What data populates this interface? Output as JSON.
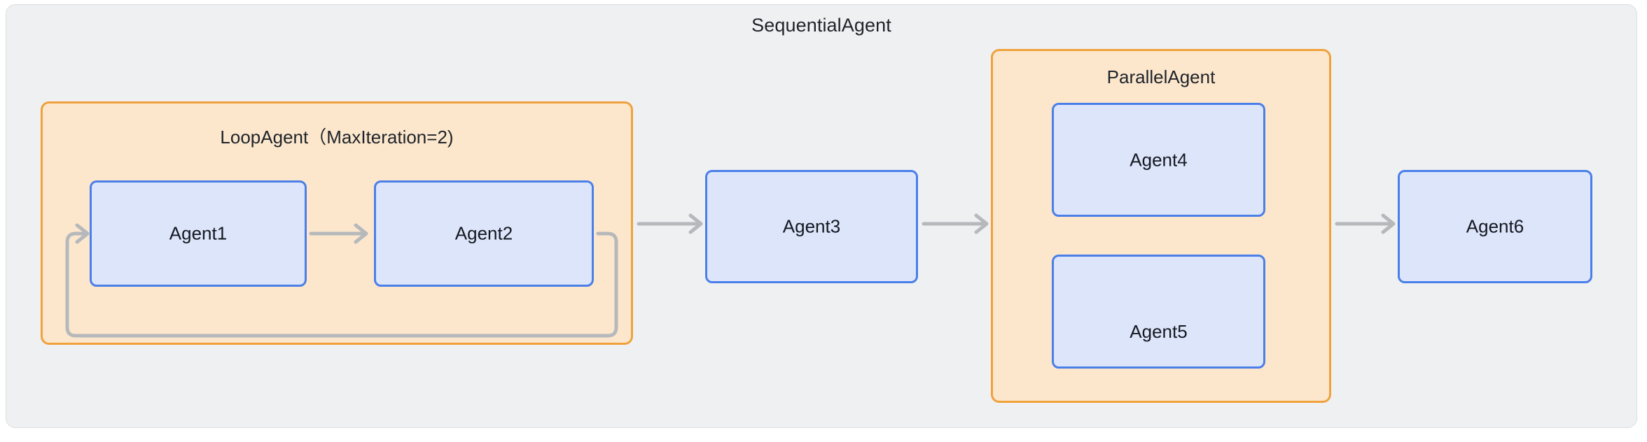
{
  "diagram": {
    "type": "agent-orchestration-flow",
    "root": {
      "name": "SequentialAgent",
      "title": "SequentialAgent"
    },
    "groups": [
      {
        "id": "loop",
        "kind": "LoopAgent",
        "title": "LoopAgent（MaxIteration=2)",
        "max_iteration": "2",
        "children": [
          "Agent1",
          "Agent2"
        ]
      },
      {
        "id": "parallel",
        "kind": "ParallelAgent",
        "title": "ParallelAgent",
        "children": [
          "Agent4",
          "Agent5"
        ]
      }
    ],
    "nodes": [
      {
        "id": "agent1",
        "label": "Agent1"
      },
      {
        "id": "agent2",
        "label": "Agent2"
      },
      {
        "id": "agent3",
        "label": "Agent3"
      },
      {
        "id": "agent4",
        "label": "Agent4"
      },
      {
        "id": "agent5",
        "label": "Agent5"
      },
      {
        "id": "agent6",
        "label": "Agent6"
      }
    ],
    "edges": [
      {
        "from": "Agent1",
        "to": "Agent2",
        "style": "arrow"
      },
      {
        "from": "Agent2",
        "to": "Agent1",
        "style": "loop-back"
      },
      {
        "from": "LoopAgent",
        "to": "Agent3",
        "style": "arrow"
      },
      {
        "from": "Agent3",
        "to": "ParallelAgent",
        "style": "arrow"
      },
      {
        "from": "ParallelAgent",
        "to": "Agent6",
        "style": "arrow"
      }
    ],
    "colors": {
      "canvas_background": "#ffffff",
      "container_background": "#eff0f2",
      "container_border": "#dcdee3",
      "group_background": "#fce7cd",
      "group_border": "#f0a13c",
      "node_background": "#dde5fb",
      "node_border": "#4a7fe8",
      "connector": "#b6b8bc",
      "text": "#1f2329"
    }
  }
}
